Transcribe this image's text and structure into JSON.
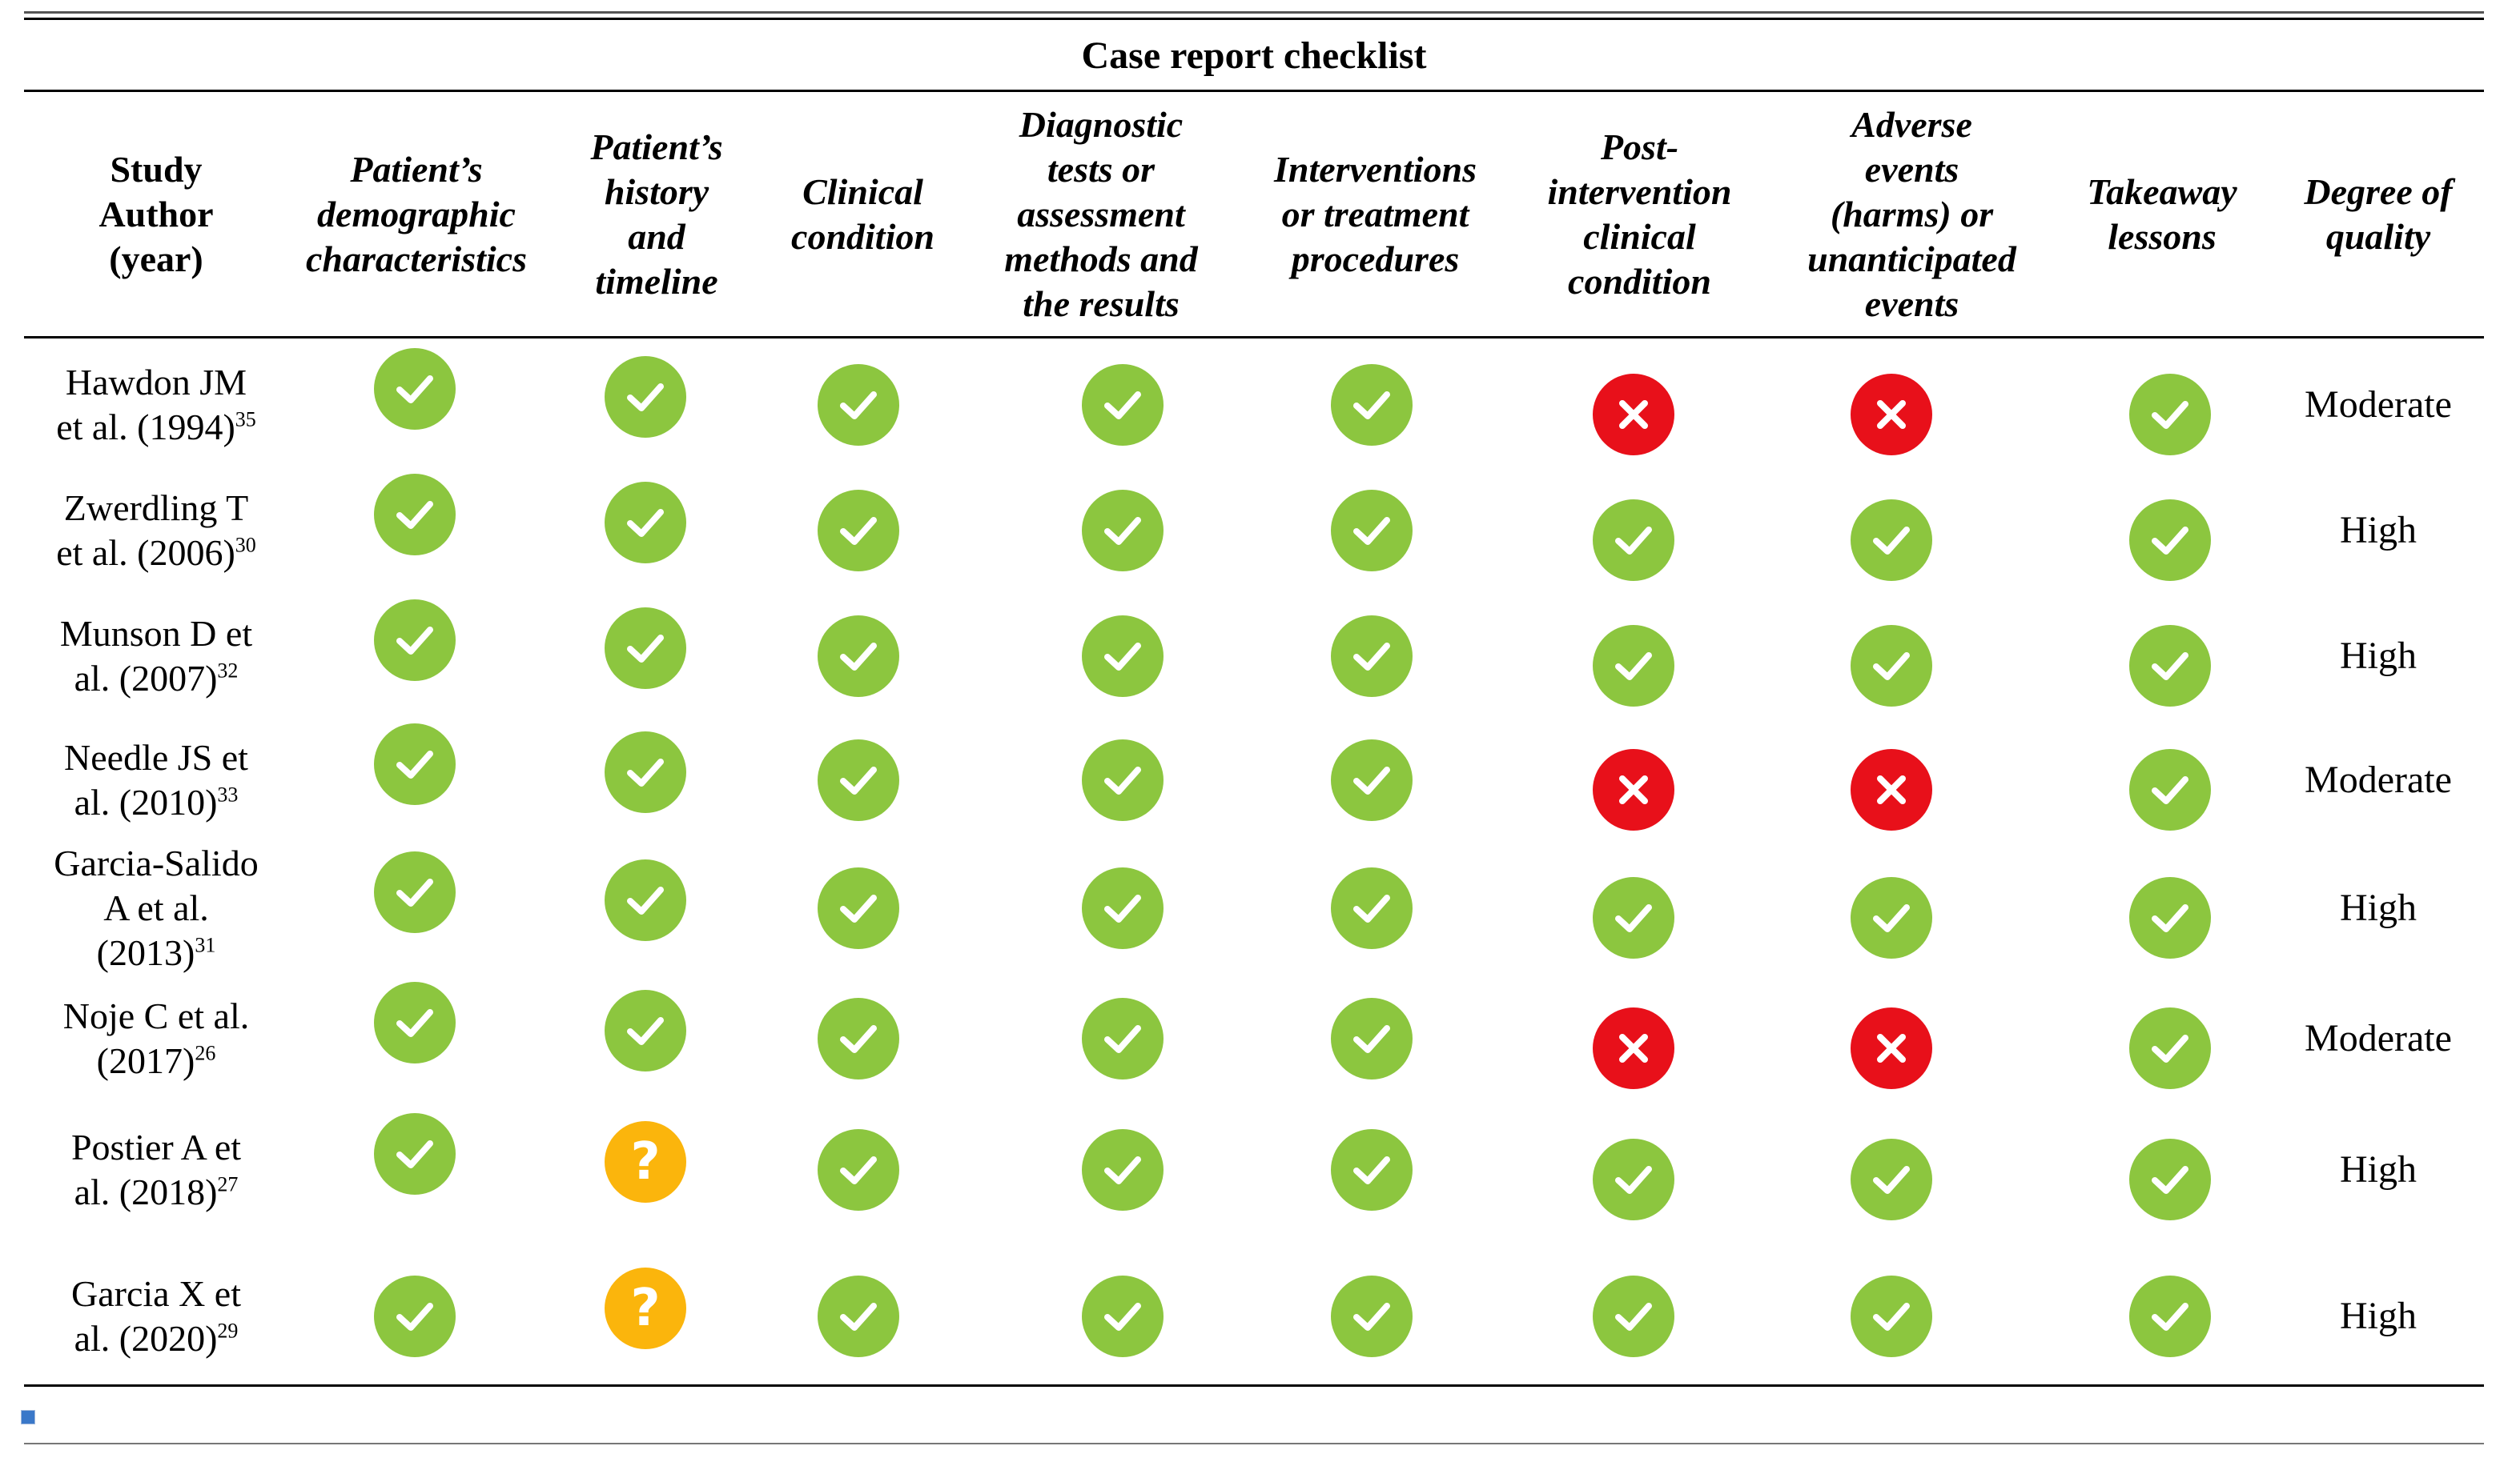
{
  "title": "Case report checklist",
  "columns": [
    {
      "key": "study",
      "lines": [
        "Study",
        "Author",
        "(year)"
      ]
    },
    {
      "key": "demographic",
      "lines": [
        "Patient’s",
        "demographic",
        "characteristics"
      ]
    },
    {
      "key": "history",
      "lines": [
        "Patient’s",
        "history",
        "and",
        "timeline"
      ]
    },
    {
      "key": "clinical",
      "lines": [
        "Clinical",
        "condition"
      ]
    },
    {
      "key": "diagnostic",
      "lines": [
        "Diagnostic",
        "tests or",
        "assessment",
        "methods and",
        "the results"
      ]
    },
    {
      "key": "interventions",
      "lines": [
        "Interventions",
        "or treatment",
        "procedures"
      ]
    },
    {
      "key": "post",
      "lines": [
        "Post-",
        "intervention",
        "clinical",
        "condition"
      ]
    },
    {
      "key": "adverse",
      "lines": [
        "Adverse",
        "events",
        "(harms) or",
        "unanticipated",
        "events"
      ]
    },
    {
      "key": "takeaway",
      "lines": [
        "Takeaway",
        "lessons"
      ]
    },
    {
      "key": "quality",
      "lines": [
        "Degree of",
        "quality"
      ]
    }
  ],
  "legend_colors": {
    "yes": "#8cc63f",
    "no": "#e8101a",
    "unclear": "#fbb50c"
  },
  "rows": [
    {
      "study_lines": [
        "Hawdon JM",
        "et al. (1994)"
      ],
      "ref": "35",
      "marks": [
        "yes",
        "yes",
        "yes",
        "yes",
        "yes",
        "no",
        "no",
        "yes"
      ],
      "quality": "Moderate"
    },
    {
      "study_lines": [
        "Zwerdling T",
        "et al. (2006)"
      ],
      "ref": "30",
      "marks": [
        "yes",
        "yes",
        "yes",
        "yes",
        "yes",
        "yes",
        "yes",
        "yes"
      ],
      "quality": "High"
    },
    {
      "study_lines": [
        "Munson D et",
        "al. (2007)"
      ],
      "ref": "32",
      "marks": [
        "yes",
        "yes",
        "yes",
        "yes",
        "yes",
        "yes",
        "yes",
        "yes"
      ],
      "quality": "High"
    },
    {
      "study_lines": [
        "Needle JS et",
        "al. (2010)"
      ],
      "ref": "33",
      "marks": [
        "yes",
        "yes",
        "yes",
        "yes",
        "yes",
        "no",
        "no",
        "yes"
      ],
      "quality": "Moderate"
    },
    {
      "study_lines": [
        "Garcia-Salido",
        "A et al.",
        "(2013)"
      ],
      "ref": "31",
      "marks": [
        "yes",
        "yes",
        "yes",
        "yes",
        "yes",
        "yes",
        "yes",
        "yes"
      ],
      "quality": "High"
    },
    {
      "study_lines": [
        "Noje C et al.",
        "(2017)"
      ],
      "ref": "26",
      "marks": [
        "yes",
        "yes",
        "yes",
        "yes",
        "yes",
        "no",
        "no",
        "yes"
      ],
      "quality": "Moderate"
    },
    {
      "study_lines": [
        "Postier A et",
        "al. (2018)"
      ],
      "ref": "27",
      "marks": [
        "yes",
        "unclear",
        "yes",
        "yes",
        "yes",
        "yes",
        "yes",
        "yes"
      ],
      "quality": "High"
    },
    {
      "study_lines": [
        "Garcia X et",
        "al. (2020)"
      ],
      "ref": "29",
      "marks": [
        "yes",
        "unclear",
        "yes",
        "yes",
        "yes",
        "yes",
        "yes",
        "yes"
      ],
      "quality": "High"
    }
  ]
}
